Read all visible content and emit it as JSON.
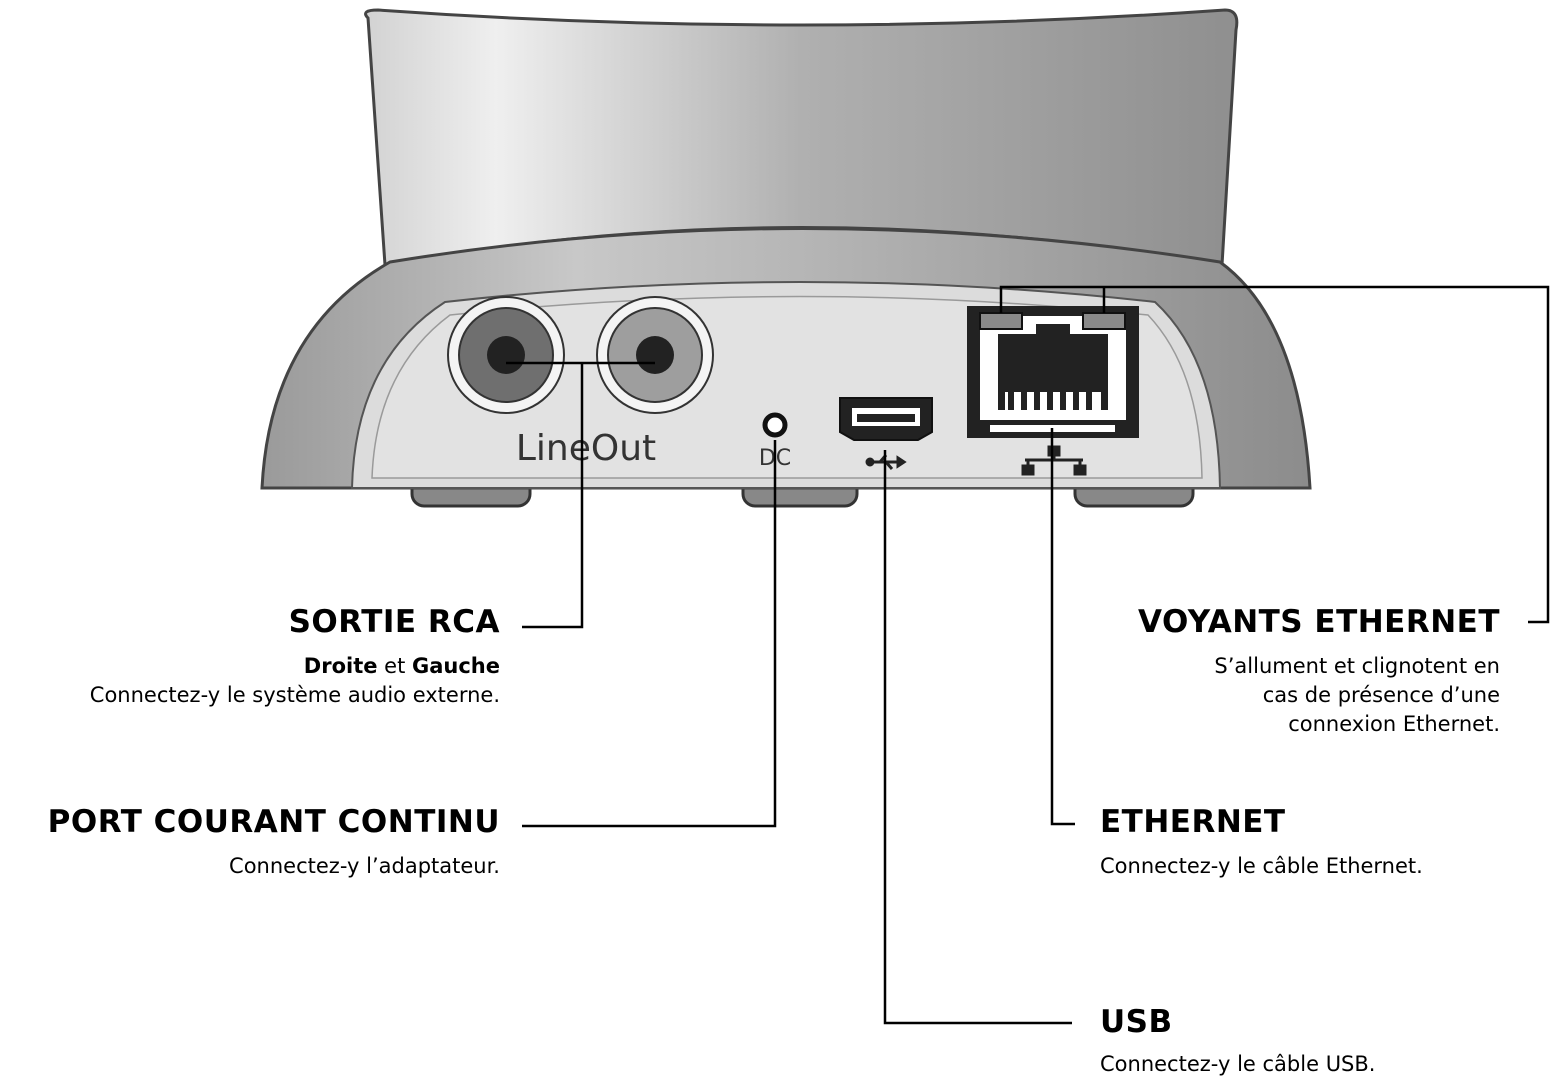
{
  "device": {
    "lineout_label": "LineOut",
    "dc_label": "DC"
  },
  "callouts": {
    "rca": {
      "title": "SORTIE RCA",
      "bold1": "Droite",
      "mid": " et ",
      "bold2": "Gauche",
      "desc": "Connectez-y le système audio externe."
    },
    "dc": {
      "title": "PORT COURANT CONTINU",
      "desc": "Connectez-y l’adaptateur."
    },
    "usb": {
      "title": "USB",
      "desc": "Connectez-y le câble USB."
    },
    "ethernet": {
      "title": "ETHERNET",
      "desc": "Connectez-y le câble Ethernet."
    },
    "ethernet_leds": {
      "title": "VOYANTS ETHERNET",
      "desc_lines": [
        "S’allument et clignotent en",
        "cas de présence d’une",
        "connexion Ethernet."
      ]
    }
  },
  "colors": {
    "body_dark": "#8e8e8e",
    "body_light": "#d6d6d6",
    "panel": "#dcdcdc",
    "led": "#8a8a8a"
  }
}
